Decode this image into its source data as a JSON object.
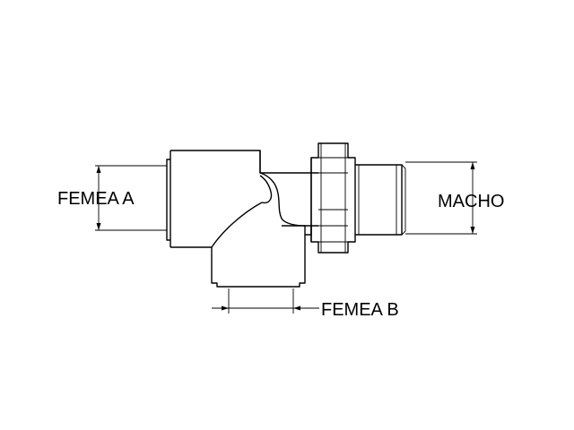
{
  "labels": {
    "femea_a": "FEMEA A",
    "femea_b": "FEMEA B",
    "macho": "MACHO"
  },
  "colors": {
    "background": "#ffffff",
    "line": "#000000"
  }
}
